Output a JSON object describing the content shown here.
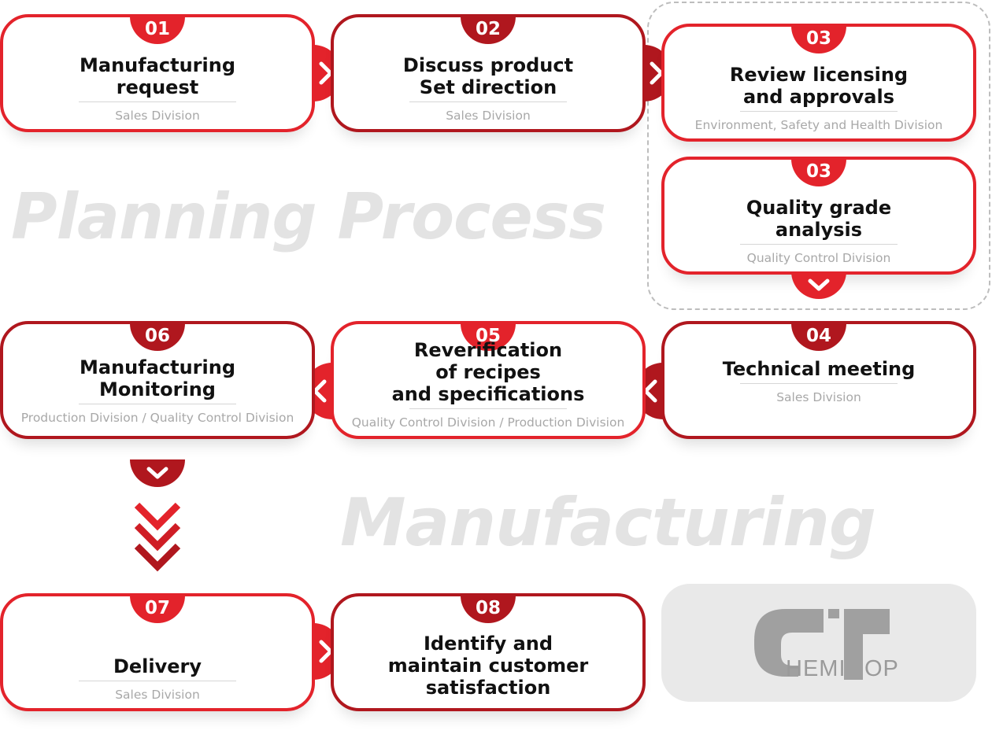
{
  "watermarks": {
    "planning": "Planning Process",
    "manufacturing": "Manufacturing"
  },
  "steps": [
    {
      "id": "s1",
      "number": "01",
      "title": "Manufacturing\nrequest",
      "division": "Sales Division"
    },
    {
      "id": "s2",
      "number": "02",
      "title": "Discuss product\nSet direction",
      "division": "Sales Division"
    },
    {
      "id": "s3a",
      "number": "03",
      "title": "Review licensing\nand approvals",
      "division": "Environment, Safety and Health Division"
    },
    {
      "id": "s3b",
      "number": "03",
      "title": "Quality grade\nanalysis",
      "division": "Quality Control Division"
    },
    {
      "id": "s4",
      "number": "04",
      "title": "Technical meeting",
      "division": "Sales Division"
    },
    {
      "id": "s5",
      "number": "05",
      "title": "Reverification\nof recipes\nand specifications",
      "division": "Quality Control Division / Production Division"
    },
    {
      "id": "s6",
      "number": "06",
      "title": "Manufacturing\nMonitoring",
      "division": "Production Division / Quality Control Division"
    },
    {
      "id": "s7",
      "number": "07",
      "title": "Delivery",
      "division": "Sales Division"
    },
    {
      "id": "s8",
      "number": "08",
      "title": "Identify and\nmaintain customer\nsatisfaction",
      "division": ""
    }
  ],
  "logo": {
    "letters_left": "HEMI",
    "letters_right": "OP"
  },
  "colors": {
    "primary_red": "#e3232b",
    "dark_red": "#b0171e",
    "watermark_gray": "#e3e3e3",
    "division_gray": "#a8a8a8",
    "logo_gray": "#9a9a9a"
  }
}
